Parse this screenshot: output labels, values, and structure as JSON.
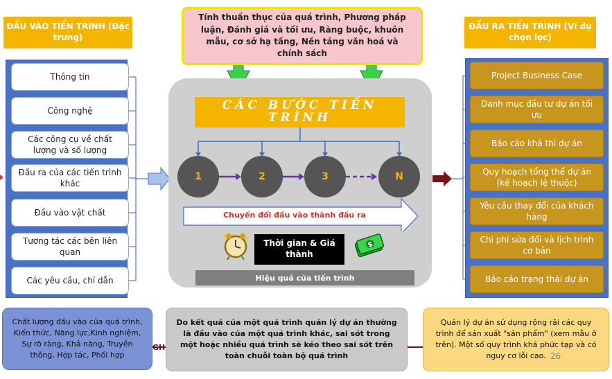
{
  "left": {
    "header": "ĐẦU VÀO TIẾN TRÌNH (Đặc trưng)",
    "items": [
      "Thông tin",
      "Công nghệ",
      "Các công cụ về chất lượng và số lượng",
      "Đầu ra của các tiến trình khác",
      "Đầu vào vật chất",
      "Tương tác các bên liên quan",
      "Các yêu cầu, chỉ dẫn"
    ]
  },
  "top_box": "Tính thuần thục của quá trình, Phương pháp luận, Đánh giá và tối ưu, Ràng buộc, khuôn mẫu, cơ sở hạ tầng, Nền tảng văn hoá và chính sách",
  "center": {
    "title": "CÁC BƯỚC TIẾN TRÌNH",
    "steps": [
      "1",
      "2",
      "3",
      "N"
    ],
    "transform_label": "Chuyển đổi đầu vào thành đầu ra",
    "time_cost": "Thời gian & Giá thành",
    "efficiency": "Hiệu quả của tiến trình"
  },
  "right": {
    "header": "ĐẦU RA TIẾN TRÌNH (Ví dụ chọn lọc)",
    "items": [
      "Project Business Case",
      "Danh mục đầu tư dự án tối ưu",
      "Báo cáo khả thi dự án",
      "Quy hoạch tổng thể dự án (kế hoạch lệ thuộc)",
      "Yêu cầu thay đổi của khách hàng",
      "Chi phí sửa đổi và lịch trình cơ bản",
      "Báo cáo trạng thái dự án"
    ]
  },
  "bottom": {
    "left": "Chất lượng đầu vào của quá trình, Kiến thức, Năng lực,Kinh nghiệm, Sự rõ ràng, Khả năng, Truyền thông, Hợp tác, Phối hợp",
    "middle": "Do kết quả của một quá trình quản lý dự án thường là đầu vào của một quá trình khác, sai sót trong một hoặc nhiều quá trình sẽ  kéo theo sai sót trên toàn chuỗi toàn bộ quá trình",
    "right": "Quản lý dự án sử dụng rộng rãi các quy trình để sản xuất \"sản phẩm\" (xem mẫu ở trên). Một số quy trình khá phức tạp và có nguy cơ lỗi cao.",
    "hidden_text": "GH",
    "page_number": "26"
  },
  "colors": {
    "gold": "#f4b400",
    "blue": "#4a72c4",
    "pink": "#f7c6cc",
    "yellow": "#f2e200",
    "gray": "#cfcfcf",
    "green": "#2ecc40",
    "arrow_blue": "#4169c4",
    "arrow_purple": "#7030a0",
    "dark_red": "#7b0f16"
  }
}
